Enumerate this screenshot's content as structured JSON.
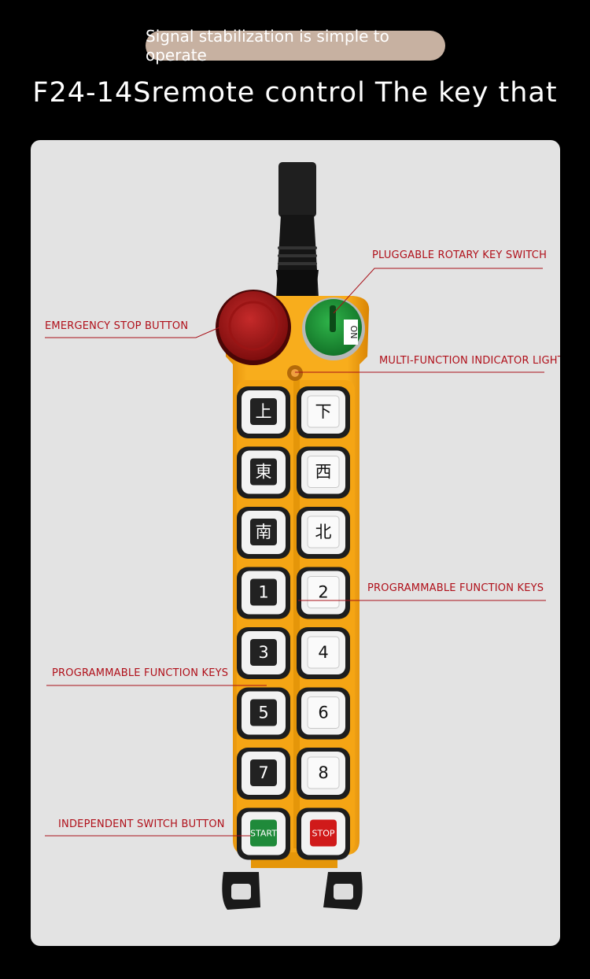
{
  "header": {
    "pill_text": "Signal stabilization is simple to operate",
    "title": "F24-14Sremote control The key that"
  },
  "callouts": {
    "rotary_switch": "PLUGGABLE ROTARY KEY SWITCH",
    "emergency_stop": "EMERGENCY STOP BUTTON",
    "indicator_light": "MULTI-FUNCTION INDICATOR LIGHT",
    "programmable_right": "PROGRAMMABLE FUNCTION KEYS",
    "programmable_left": "PROGRAMMABLE FUNCTION KEYS",
    "independent_switch": "INDEPENDENT SWITCH BUTTON"
  },
  "remote": {
    "rotary_marking": "ON",
    "keys": {
      "up": "上",
      "down": "下",
      "east": "東",
      "west": "西",
      "south": "南",
      "north": "北",
      "k1": "1",
      "k2": "2",
      "k3": "3",
      "k4": "4",
      "k5": "5",
      "k6": "6",
      "k7": "7",
      "k8": "8",
      "start": "START",
      "stop": "STOP"
    }
  },
  "colors": {
    "body_orange": "#f4a20f",
    "callout_red": "#b0101a",
    "estop_red": "#b01818",
    "rotary_green": "#1e9a3a",
    "start_green": "#1f8a3a",
    "stop_red": "#d01a1a"
  }
}
